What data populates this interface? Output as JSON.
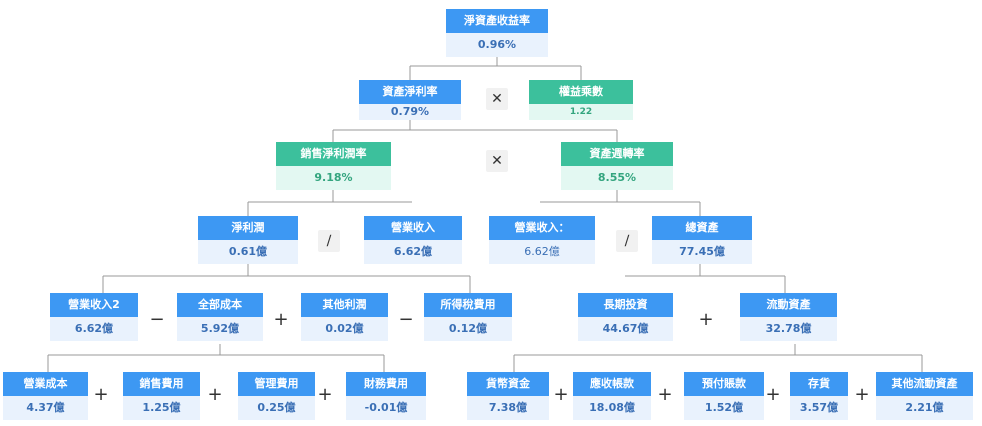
{
  "nodes": {
    "roe": {
      "label": "淨資產收益率",
      "value": "0.96%"
    },
    "roa": {
      "label": "資產淨利率",
      "value": "0.79%"
    },
    "equity_mult": {
      "label": "權益乘數",
      "value": "1.22"
    },
    "net_margin": {
      "label": "銷售淨利潤率",
      "value": "9.18%"
    },
    "asset_turn": {
      "label": "資產週轉率",
      "value": "8.55%"
    },
    "net_profit": {
      "label": "淨利潤",
      "value": "0.61億"
    },
    "revenue_a": {
      "label": "營業收入",
      "value": "6.62億"
    },
    "revenue_b": {
      "label": "營業收入：",
      "value": "6.62億"
    },
    "total_assets": {
      "label": "總資產",
      "value": "77.45億"
    },
    "revenue2": {
      "label": "營業收入2",
      "value": "6.62億"
    },
    "total_cost": {
      "label": "全部成本",
      "value": "5.92億"
    },
    "other_profit": {
      "label": "其他利潤",
      "value": "0.02億"
    },
    "income_tax": {
      "label": "所得稅費用",
      "value": "0.12億"
    },
    "lt_invest": {
      "label": "長期投資",
      "value": "44.67億"
    },
    "current_assets": {
      "label": "流動資產",
      "value": "32.78億"
    },
    "op_cost": {
      "label": "營業成本",
      "value": "4.37億"
    },
    "sell_exp": {
      "label": "銷售費用",
      "value": "1.25億"
    },
    "mgmt_exp": {
      "label": "管理費用",
      "value": "0.25億"
    },
    "fin_exp": {
      "label": "財務費用",
      "value": "-0.01億"
    },
    "cash": {
      "label": "貨幣資金",
      "value": "7.38億"
    },
    "receivables": {
      "label": "應收帳款",
      "value": "18.08億"
    },
    "prepay": {
      "label": "預付賬款",
      "value": "1.52億"
    },
    "inventory": {
      "label": "存貨",
      "value": "3.57億"
    },
    "other_ca": {
      "label": "其他流動資產",
      "value": "2.21億"
    }
  },
  "operators": {
    "times": "✕",
    "divide": "∕",
    "minus": "−",
    "plus": "+"
  },
  "colors": {
    "blue_header": "#3d98f3",
    "blue_body": "#e9f2fd",
    "green_header": "#3cc09c",
    "green_body": "#e3f8f2",
    "value_text": "#3a6fb5",
    "connector": "#999999"
  }
}
